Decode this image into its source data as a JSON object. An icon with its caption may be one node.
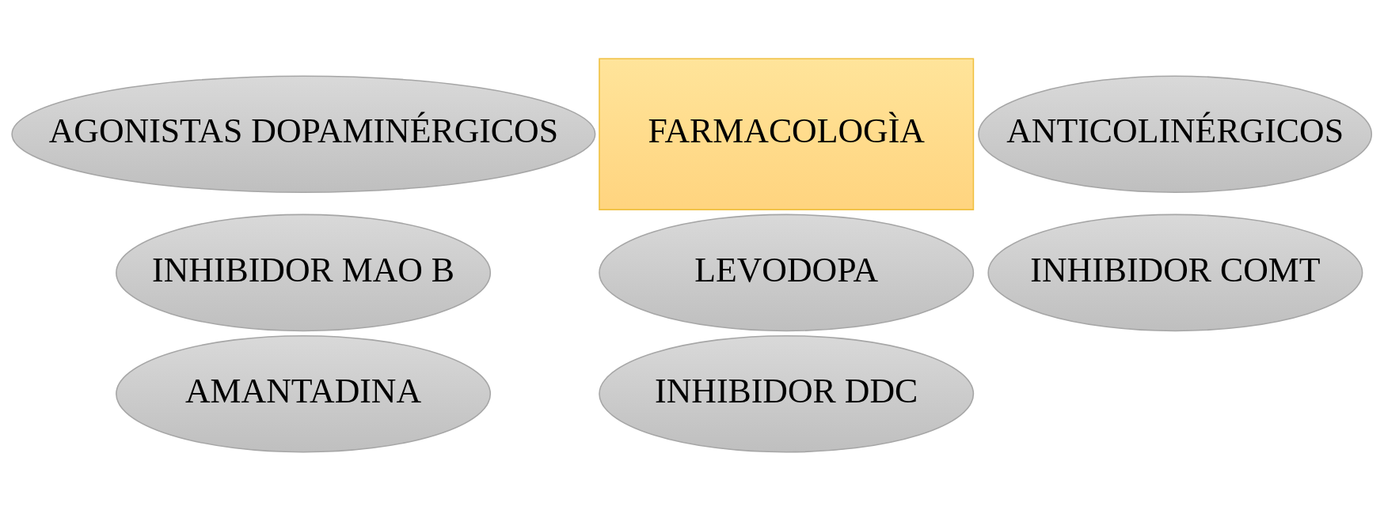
{
  "diagram": {
    "nodes": [
      {
        "text": [
          "INHIBIDOR MAO B"
        ]
      },
      {
        "text": [
          "LEVODOPA"
        ]
      },
      {
        "text": [
          "INHIBIDOR COMT"
        ]
      },
      {
        "text": [
          "FARMACOLOGÌA"
        ]
      },
      {
        "text": [
          "AMANTADINA"
        ]
      },
      {
        "text": [
          "INHIBIDOR DDC"
        ]
      },
      {
        "text": [
          "AGONISTAS DOPAMINÉRGICOS"
        ]
      },
      {
        "text": [
          "ANTICOLINÉRGICOS"
        ]
      }
    ]
  }
}
